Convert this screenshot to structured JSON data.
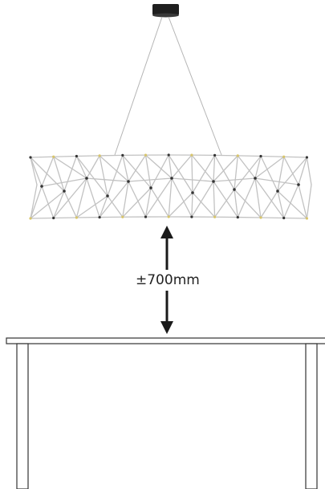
{
  "diagram": {
    "dimension_label": "±700mm",
    "colors": {
      "wire": "#b5b5b5",
      "frame": "#c2c2c2",
      "joint": "#333333",
      "led": "#d8c56a",
      "canopy": "#1f1f1f",
      "arrow": "#1a1a1a",
      "table_line": "#333333"
    },
    "components": [
      "ceiling-canopy",
      "suspension-cables",
      "pendant-lamp-frame",
      "height-arrow",
      "table"
    ]
  }
}
